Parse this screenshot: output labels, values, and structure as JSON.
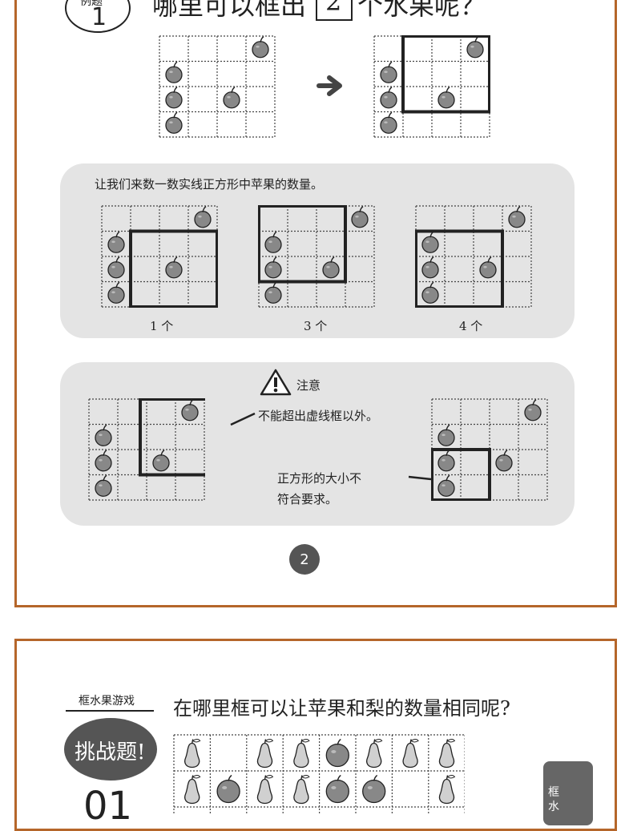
{
  "example": {
    "badge_label": "例题",
    "badge_number": "1",
    "question_before": "哪里可以框出",
    "question_number": "2",
    "question_after": "个水果呢？"
  },
  "count_panel": {
    "instruction": "让我们来数一数实线正方形中苹果的数量。",
    "captions": [
      "1 个",
      "3 个",
      "4 个"
    ]
  },
  "caution_panel": {
    "title": "注意",
    "note_outside": "不能超出虚线框以外。",
    "note_size_line1": "正方形的大小不",
    "note_size_line2": "符合要求。"
  },
  "page_number": "2",
  "challenge": {
    "category": "框水果游戏",
    "badge": "挑战题!",
    "number": "01",
    "question": "在哪里框可以让苹果和梨的数量相同呢?",
    "side_tab": "框水"
  },
  "colors": {
    "frame_border": "#b5662a",
    "panel_bg": "#e4e4e4",
    "apple_fill": "#888888",
    "pear_fill": "#d0d0d0",
    "badge_bg": "#555555"
  },
  "fruit_grid": {
    "row1": [
      "pear",
      "",
      "pear",
      "pear",
      "apple",
      "pear",
      "pear",
      "pear"
    ],
    "row2": [
      "pear",
      "apple",
      "pear",
      "pear",
      "apple",
      "apple",
      "",
      "pear"
    ]
  }
}
